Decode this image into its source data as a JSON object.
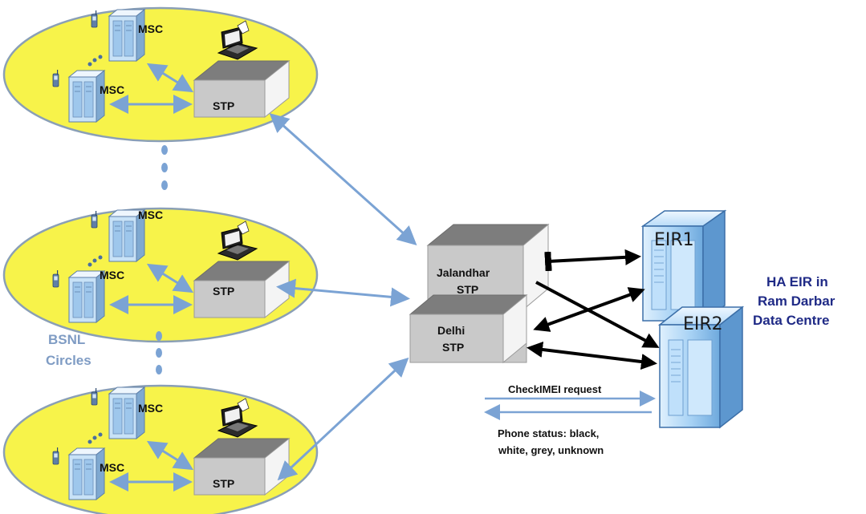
{
  "colors": {
    "ellipse_fill": "#f7f34a",
    "ellipse_stroke": "#8a9fb6",
    "link_arrow": "#7ba3d4",
    "black_arrow": "#000000",
    "server_blue": "#a9d3f5",
    "ha_text": "#1f2a86",
    "bsnl_text": "#7f9cc4"
  },
  "labels": {
    "msc": "MSC",
    "stp": "STP",
    "bsnl_line1": "BSNL",
    "bsnl_line2": "Circles",
    "jalandhar_line1": "Jalandhar",
    "jalandhar_line2": "STP",
    "delhi_line1": "Delhi",
    "delhi_line2": "STP",
    "eir1": "EIR1",
    "eir2": "EIR2",
    "ha_line1": "HA EIR in",
    "ha_line2": "Ram Darbar",
    "ha_line3": "Data Centre",
    "check_imei": "CheckIMEI request",
    "status_line1": "Phone status: black,",
    "status_line2": "white, grey, unknown"
  },
  "icons": [
    "mobile-phone-icon",
    "msc-server-icon",
    "laptop-icon",
    "eir-server-icon"
  ]
}
